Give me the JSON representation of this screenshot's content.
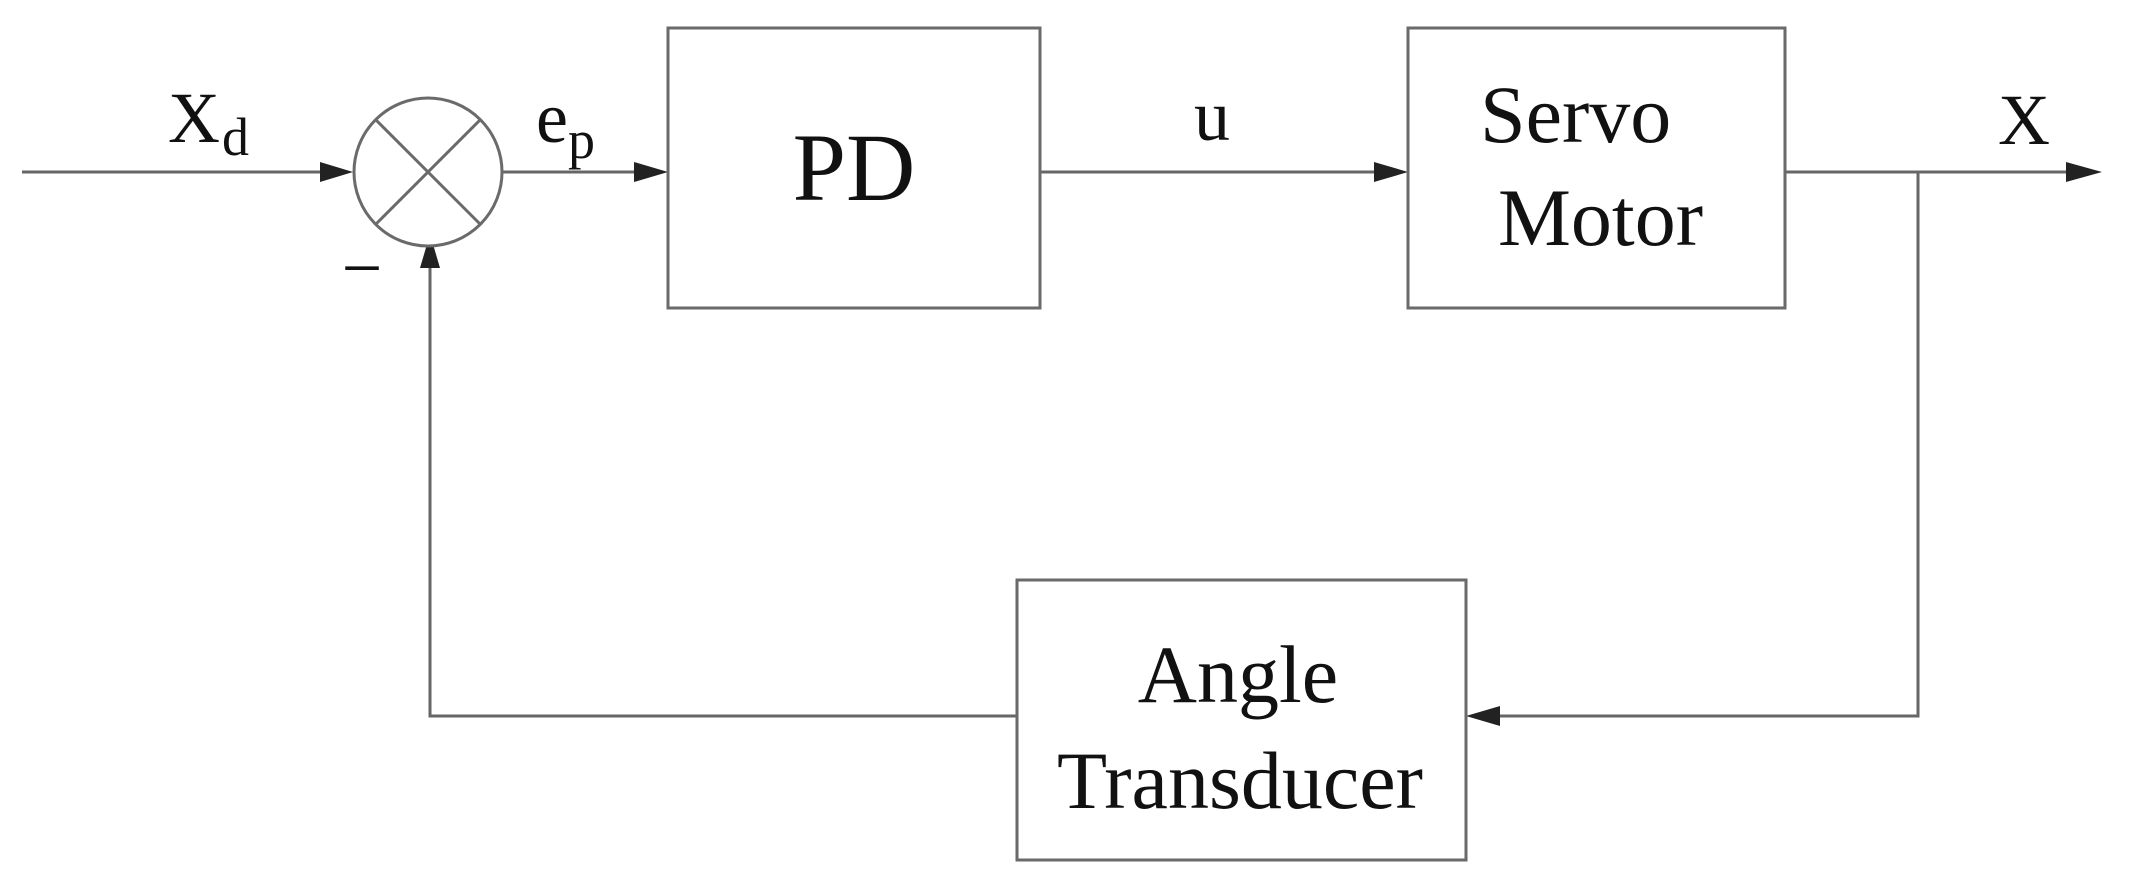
{
  "signals": {
    "reference": {
      "main": "X",
      "sub": "d"
    },
    "error": {
      "main": "e",
      "sub": "p"
    },
    "control": "u",
    "output": "X",
    "feedback_sign": "−"
  },
  "blocks": {
    "controller": "PD",
    "plant": {
      "line1": "Servo",
      "line2": "Motor"
    },
    "sensor": {
      "line1": "Angle",
      "line2": "Transducer"
    }
  },
  "colors": {
    "line": "#666666",
    "arrow": "#222222",
    "text": "#111111",
    "background": "#ffffff"
  },
  "icons": {
    "summing_junction": "circle-with-x",
    "arrows": "filled-triangle"
  }
}
